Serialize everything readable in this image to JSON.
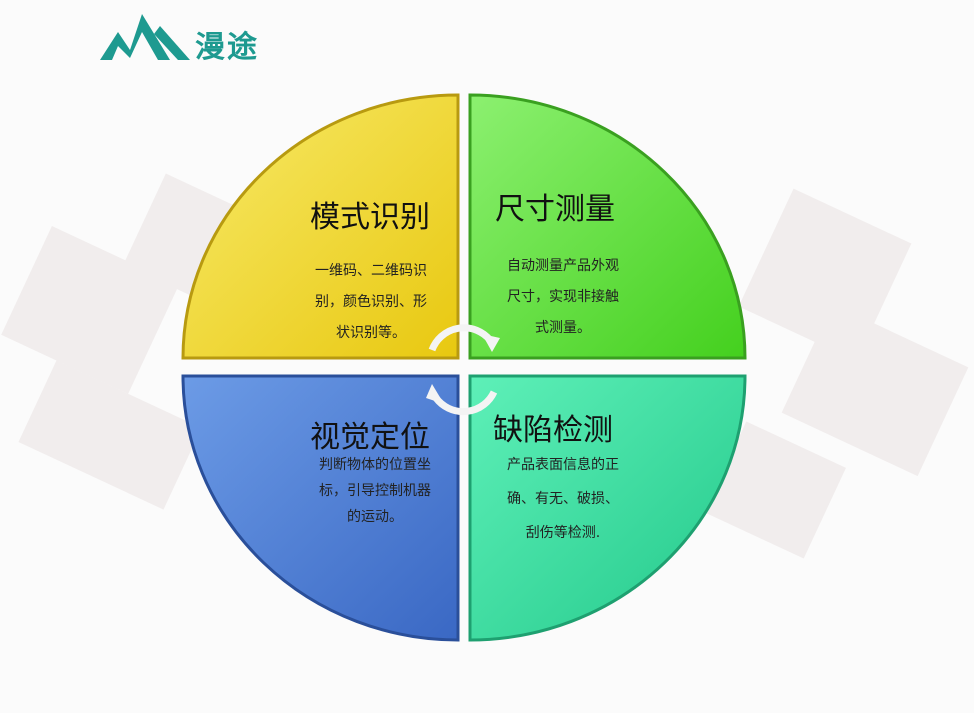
{
  "logo": {
    "text": "漫途"
  },
  "colors": {
    "yellow": "#f2d92a",
    "green": "#5ee03a",
    "blue": "#4a7fd6",
    "teal": "#35dfa0",
    "logo": "#1e9a90"
  },
  "quadrants": [
    {
      "title": "模式识别",
      "lines": [
        "一维码、二维码识",
        "别，颜色识别、形",
        "状识别等。"
      ]
    },
    {
      "title": "尺寸测量",
      "lines": [
        "自动测量产品外观",
        "尺寸，实现非接触",
        "式测量。"
      ]
    },
    {
      "title": "视觉定位",
      "lines": [
        "判断物体的位置坐",
        "标，引导控制机器",
        "的运动。"
      ]
    },
    {
      "title": "缺陷检测",
      "lines": [
        "产品表面信息的正",
        "确、有无、破损、",
        "刮伤等检测."
      ]
    }
  ]
}
